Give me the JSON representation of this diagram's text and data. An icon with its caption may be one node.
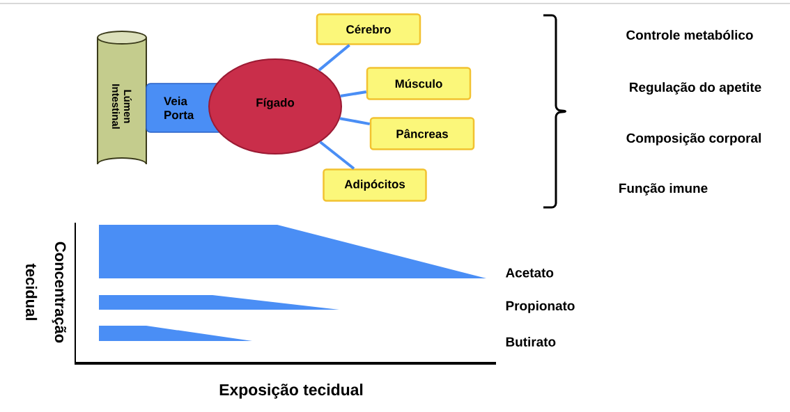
{
  "diagram": {
    "nodes": [
      {
        "text": [
          "Lúmen Intestinal"
        ]
      },
      {
        "text": [
          "Veia Porta"
        ]
      },
      {
        "text": [
          "Fígado"
        ]
      },
      {
        "text": [
          "Cérebro"
        ]
      },
      {
        "text": [
          "Músculo"
        ]
      },
      {
        "text": [
          "Pâncreas"
        ]
      },
      {
        "text": [
          "Adipócitos"
        ]
      }
    ],
    "edges": [
      {
        "from": 2,
        "to": 3,
        "arrow": "none"
      },
      {
        "from": 2,
        "to": 4,
        "arrow": "none"
      },
      {
        "from": 2,
        "to": 5,
        "arrow": "none"
      },
      {
        "from": 2,
        "to": 6,
        "arrow": "none"
      }
    ],
    "labels": [
      "Controle metabólico",
      "Regulação do apetite",
      "Composição corporal",
      "Função imune",
      "Concentração tecidual",
      "Acetato",
      "Propionato",
      "Butirato",
      "Exposição tecidual"
    ]
  }
}
